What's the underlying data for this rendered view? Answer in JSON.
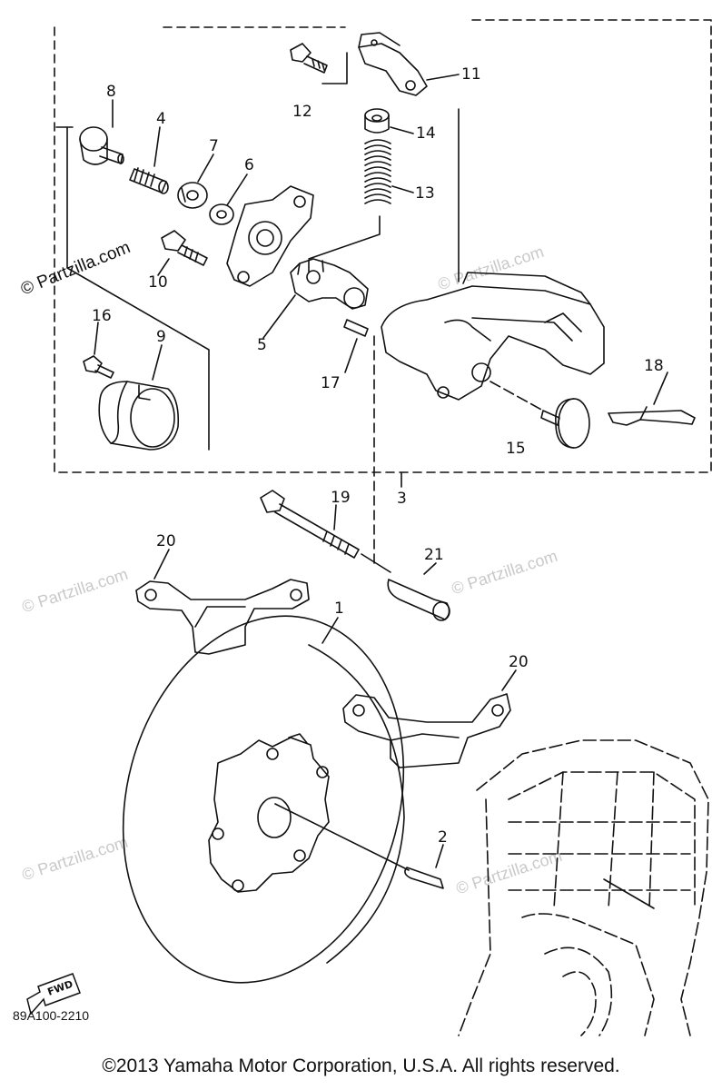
{
  "callouts": {
    "p1": "1",
    "p2": "2",
    "p3": "3",
    "p4": "4",
    "p5": "5",
    "p6": "6",
    "p7": "7",
    "p8": "8",
    "p9": "9",
    "p10": "10",
    "p11": "11",
    "p12": "12",
    "p13": "13",
    "p14": "14",
    "p15": "15",
    "p16": "16",
    "p17": "17",
    "p18": "18",
    "p19": "19",
    "p20a": "20",
    "p20b": "20",
    "p21": "21"
  },
  "watermark": "© Partzilla.com",
  "fwd_label": "FWD",
  "diagram_code": "89A100-2210",
  "copyright": "©2013 Yamaha Motor Corporation, U.S.A. All rights reserved."
}
